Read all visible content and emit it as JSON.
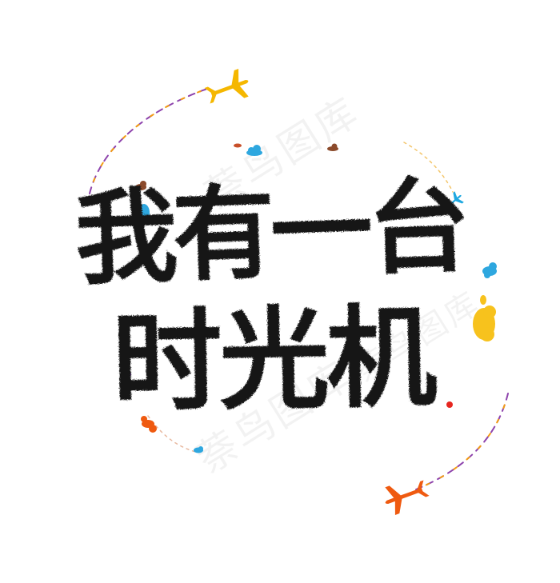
{
  "title": {
    "line1": "我有一台",
    "line2": "时光机"
  },
  "watermark": "萘鸟图库",
  "colors": {
    "text": "#141414",
    "plane_top": "#f5b700",
    "plane_bottom": "#ef5a10",
    "plane_small": "#1fa8e0",
    "trail_purple": "#8e44ad",
    "trail_orange": "#f39c12",
    "trail_blue": "#3498db",
    "cloud_blue": "#2ea7df",
    "cloud_brown": "#8b4a2b",
    "cloud_yellow": "#f7c21d",
    "dot_red": "#e6261f"
  },
  "icons": [
    "plane-icon",
    "cloud-icon",
    "trail-line"
  ]
}
